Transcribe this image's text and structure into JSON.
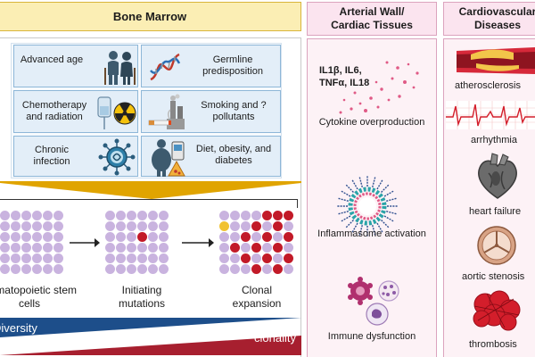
{
  "columns": {
    "bone_marrow": {
      "title": "Bone Marrow"
    },
    "arterial": {
      "title": "Arterial Wall/ Cardiac Tissues"
    },
    "cardio": {
      "title": "Cardiovascular Diseases"
    }
  },
  "risk_factors": [
    {
      "label": "Advanced age",
      "icon": "elderly-couple-icon"
    },
    {
      "label": "Germline predisposition",
      "icon": "dna-icon"
    },
    {
      "label": "Chemotherapy and radiation",
      "icon": "iv-bag-radiation-icon"
    },
    {
      "label": "Smoking and ?pollutants",
      "icon": "cigarette-factory-icon"
    },
    {
      "label": "Chronic infection",
      "icon": "virus-icon"
    },
    {
      "label": "Diet, obesity, and diabetes",
      "icon": "obesity-glucometer-icon"
    }
  ],
  "stages": [
    {
      "label": "Hematopoietic stem cells"
    },
    {
      "label": "Initiating mutations"
    },
    {
      "label": "Clonal expansion"
    }
  ],
  "bars": {
    "diversity": "Diversity",
    "clonality": "clonality"
  },
  "arterial_items": [
    {
      "label": "Cytokine overproduction",
      "icon": "cytokine-dots-icon",
      "markers": "IL1β, IL6, TNFα, IL18"
    },
    {
      "label": "Inflammasome activation",
      "icon": "inflammasome-icon"
    },
    {
      "label": "Immune dysfunction",
      "icon": "immune-cells-icon"
    }
  ],
  "diseases": [
    {
      "label": "atherosclerosis",
      "icon": "plaque-artery-icon"
    },
    {
      "label": "arrhythmia",
      "icon": "ecg-trace-icon"
    },
    {
      "label": "heart failure",
      "icon": "heart-icon"
    },
    {
      "label": "aortic stenosis",
      "icon": "aortic-valve-icon"
    },
    {
      "label": "thrombosis",
      "icon": "blood-clot-icon"
    }
  ],
  "colors": {
    "header_bm": "#fbeeb4",
    "header_bm_border": "#d9b53a",
    "panel_border": "#dba3be",
    "panel_fill": "#fdf2f6",
    "cell_normal": "#c9b3df",
    "cell_mutant": "#c21a28",
    "cell_yellow": "#f1c232",
    "arrow": "#e0a400",
    "diversity_bar": "#1d4e8a",
    "clonality_bar": "#a71f2f"
  }
}
